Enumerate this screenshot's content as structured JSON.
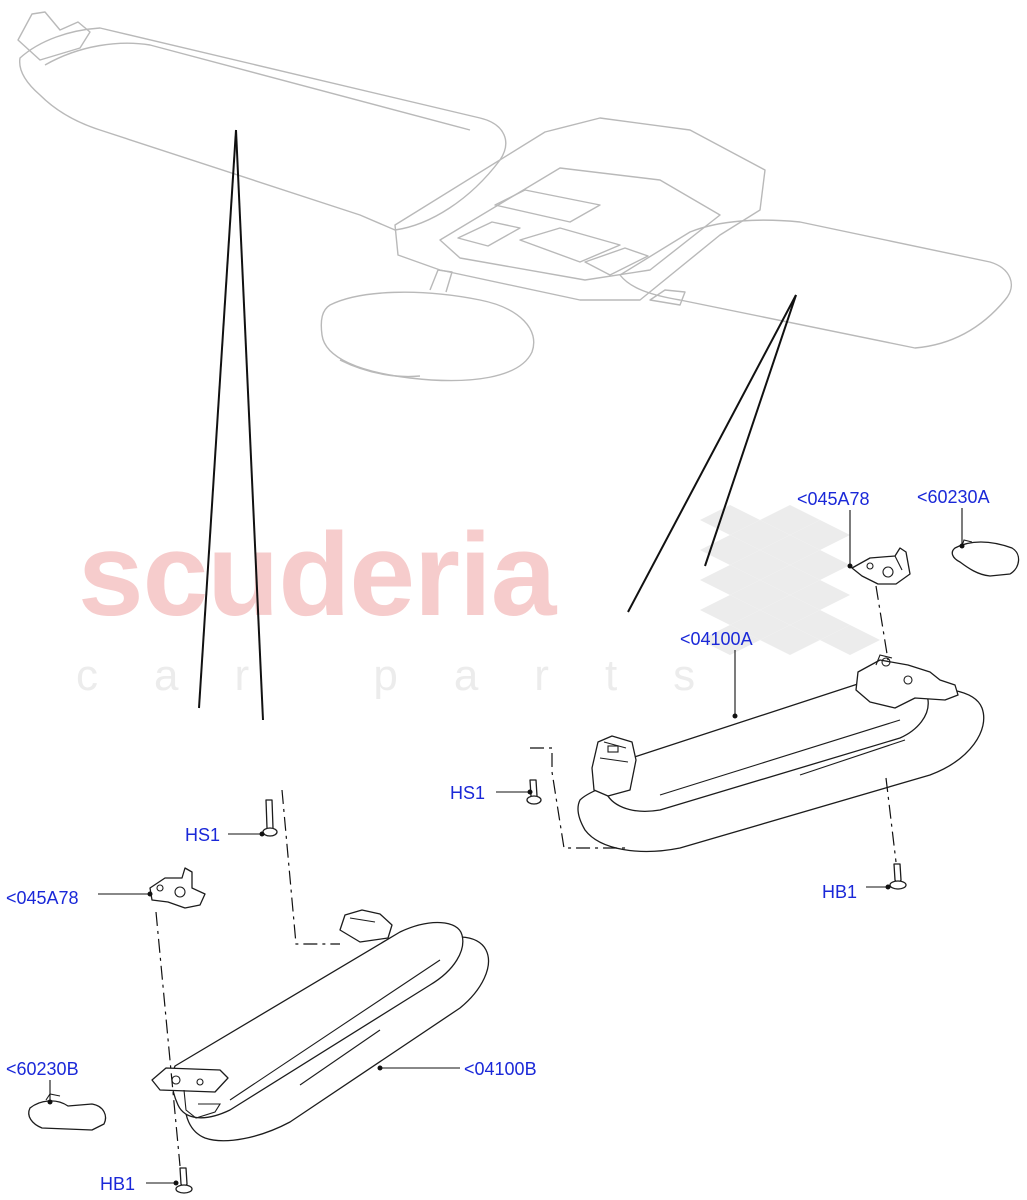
{
  "watermark": {
    "brand": "scuderia",
    "tagline": "car parts"
  },
  "callouts": {
    "p_60230A": "<60230A",
    "p_045A78_right": "<045A78",
    "p_04100A": "<04100A",
    "p_HS1_right": "HS1",
    "p_HB1_right": "HB1",
    "p_HS1_left": "HS1",
    "p_045A78_left": "<045A78",
    "p_60230B": "<60230B",
    "p_04100B": "<04100B",
    "p_HB1_left": "HB1"
  },
  "colors": {
    "callout_text": "#1a28d8",
    "watermark_red": "#f6cccc",
    "ghost_outline": "#b9b9b9"
  }
}
